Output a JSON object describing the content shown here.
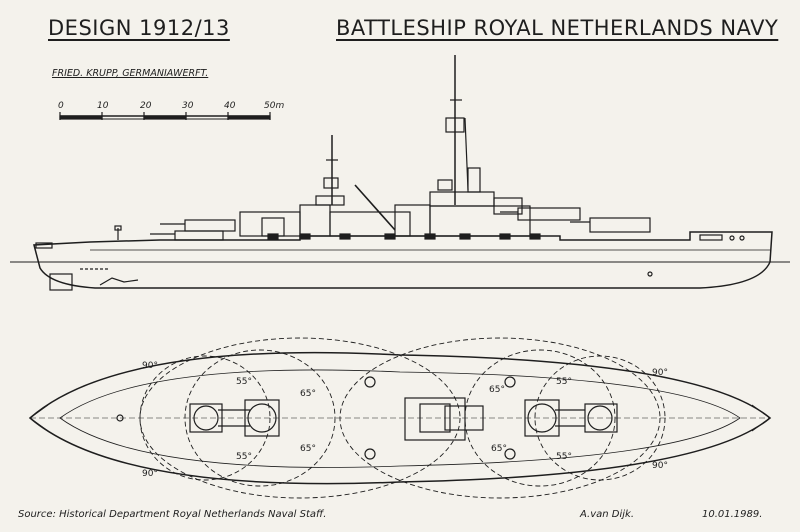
{
  "header": {
    "design": "DESIGN 1912/13",
    "title": "BATTLESHIP ROYAL NETHERLANDS NAVY"
  },
  "builder": "FRIED. KRUPP, GERMANIAWERFT.",
  "scale": {
    "ticks": [
      "0",
      "10",
      "20",
      "30",
      "40",
      "50m"
    ]
  },
  "arc_labels": {
    "a90_top_left": "90°",
    "a55_top_left": "55°",
    "a65_top_left": "65°",
    "a65_top_right": "65°",
    "a55_top_right": "55°",
    "a90_top_right": "90°",
    "a90_bot_left": "90°",
    "a55_bot_left": "55°",
    "a65_bot_left": "65°",
    "a65_bot_right": "65°",
    "a55_bot_right": "55°",
    "a90_bot_right": "90°"
  },
  "footer": {
    "source": "Source: Historical Department Royal Netherlands Naval Staff.",
    "author": "A.van Dijk.",
    "date": "10.01.1989."
  },
  "colors": {
    "ink": "#1e1e1e",
    "paper": "#f4f2ec"
  }
}
